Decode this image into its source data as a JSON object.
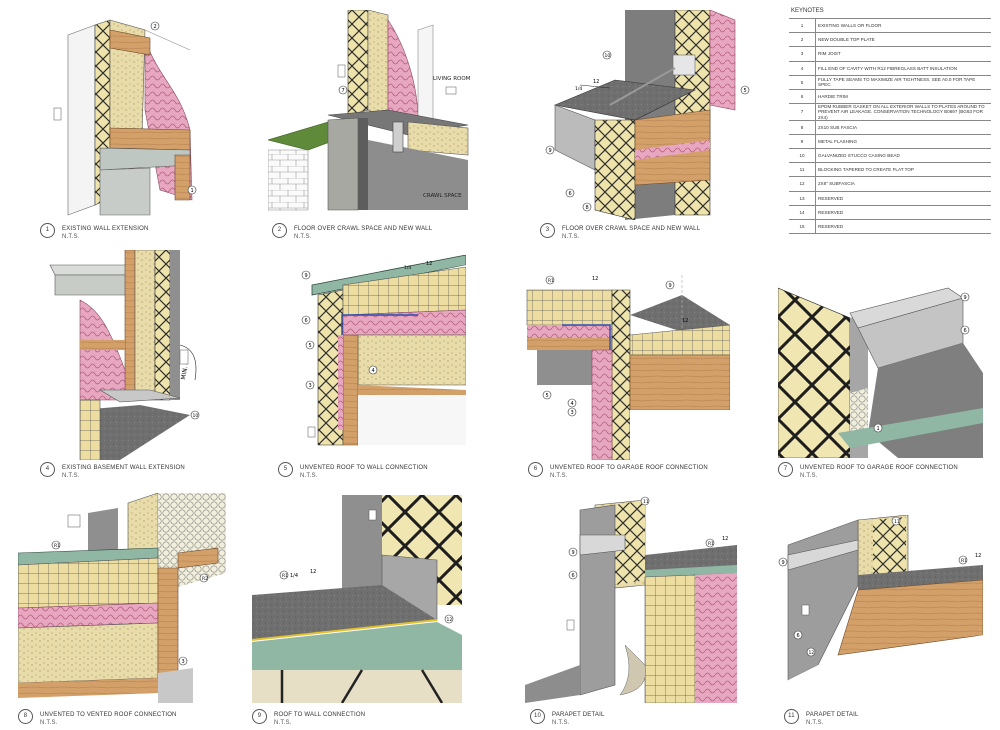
{
  "keynotes": {
    "title": "KEYNOTES",
    "items": [
      {
        "num": "1",
        "text": "EXISTING WALLS OR FLOOR"
      },
      {
        "num": "2",
        "text": "NEW DOUBLE TOP PLATE"
      },
      {
        "num": "3",
        "text": "RIM JOIST"
      },
      {
        "num": "4",
        "text": "FILL END OF CAVITY WITH R12 FIBREGLASS BATT INSULATION"
      },
      {
        "num": "5",
        "text": "FULLY TAPE SEAMS TO MAXIMIZE AIR TIGHTNESS. SEE A0.0 FOR TAPE SPEC"
      },
      {
        "num": "6",
        "text": "HARDIE TRIM"
      },
      {
        "num": "7",
        "text": "EPDM RUBBER GASKET ON ALL EXTERIOR WALLS TO PLATES AROUND TO PREVENT AIR LEAKAGE. CONSERVATION TECHNOLOGY B0697 (BG63 FOR 2X4)"
      },
      {
        "num": "8",
        "text": "2X10 SUB FASCIA"
      },
      {
        "num": "9",
        "text": "METAL FLASHING"
      },
      {
        "num": "10",
        "text": "GALVANIZED STUCCO CASING BEAD"
      },
      {
        "num": "11",
        "text": "BLOCKING TAPERED TO CREATE FLAT TOP"
      },
      {
        "num": "12",
        "text": "2X8\" SUBFASCIA"
      },
      {
        "num": "13",
        "text": "RESERVED"
      },
      {
        "num": "14",
        "text": "RESERVED"
      },
      {
        "num": "15",
        "text": "RESERVED"
      }
    ]
  },
  "details": [
    {
      "num": "1",
      "title": "EXISTING WALL EXTENSION",
      "scale": "N.T.S."
    },
    {
      "num": "2",
      "title": "FLOOR OVER CRAWL SPACE AND NEW WALL",
      "scale": "N.T.S."
    },
    {
      "num": "3",
      "title": "FLOOR OVER CRAWL SPACE AND NEW WALL",
      "scale": "N.T.S."
    },
    {
      "num": "4",
      "title": "EXISTING BASEMENT WALL EXTENSION",
      "scale": "N.T.S."
    },
    {
      "num": "5",
      "title": "UNVENTED ROOF TO WALL CONNECTION",
      "scale": "N.T.S."
    },
    {
      "num": "6",
      "title": "UNVENTED ROOF TO GARAGE ROOF CONNECTION",
      "scale": "N.T.S."
    },
    {
      "num": "7",
      "title": "UNVENTED ROOF TO GARAGE ROOF CONNECTION",
      "scale": "N.T.S."
    },
    {
      "num": "8",
      "title": "UNVENTED TO VENTED ROOF CONNECTION",
      "scale": "N.T.S."
    },
    {
      "num": "9",
      "title": "ROOF TO WALL CONNECTION",
      "scale": "N.T.S."
    },
    {
      "num": "10",
      "title": "PARAPET DETAIL",
      "scale": "N.T.S."
    },
    {
      "num": "11",
      "title": "PARAPET DETAIL",
      "scale": "N.T.S."
    }
  ],
  "labels": {
    "living_room": "LIVING ROOM",
    "crawl_space": "CRAWL SPACE",
    "min_height": "MIN. 8\"",
    "slope_run": "12",
    "slope_rise": "1/4"
  },
  "colors": {
    "insulation_pink": "#e8a7c0",
    "osb": "#e6d9a8",
    "wood": "#d7a36a",
    "wood_dark": "#b8834f",
    "grid_panel": "#efe2a3",
    "concrete": "#b9b9b4",
    "roof_membrane": "#6f6f6f",
    "flashing_green": "#8fb7a4",
    "grass": "#5f8a3a",
    "wall_grey": "#9a9a9a"
  }
}
